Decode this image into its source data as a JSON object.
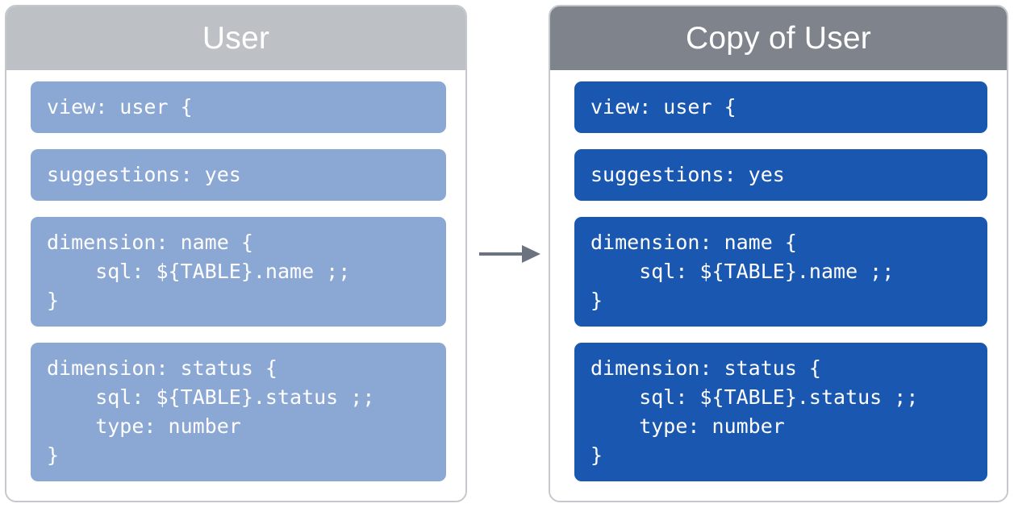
{
  "diagram": {
    "arrow_icon": "arrow-right-icon",
    "arrow_color": "#6b7280",
    "background": "#ffffff"
  },
  "panels": [
    {
      "id": "source",
      "title": "User",
      "header_color": "#bdc1c6",
      "block_color": "#8ba7d4",
      "border_color": "#c4c7cb",
      "blocks": [
        {
          "name": "view-declaration",
          "code": "view: user {"
        },
        {
          "name": "suggestions-parameter",
          "code": "suggestions: yes"
        },
        {
          "name": "dimension-name",
          "code": "dimension: name {\n    sql: ${TABLE}.name ;;\n}"
        },
        {
          "name": "dimension-status",
          "code": "dimension: status {\n    sql: ${TABLE}.status ;;\n    type: number\n}"
        }
      ]
    },
    {
      "id": "copy",
      "title": "Copy of User",
      "header_color": "#7e838c",
      "block_color": "#1a57b0",
      "border_color": "#c4c7cb",
      "blocks": [
        {
          "name": "view-declaration",
          "code": "view: user {"
        },
        {
          "name": "suggestions-parameter",
          "code": "suggestions: yes"
        },
        {
          "name": "dimension-name",
          "code": "dimension: name {\n    sql: ${TABLE}.name ;;\n}"
        },
        {
          "name": "dimension-status",
          "code": "dimension: status {\n    sql: ${TABLE}.status ;;\n    type: number\n}"
        }
      ]
    }
  ]
}
